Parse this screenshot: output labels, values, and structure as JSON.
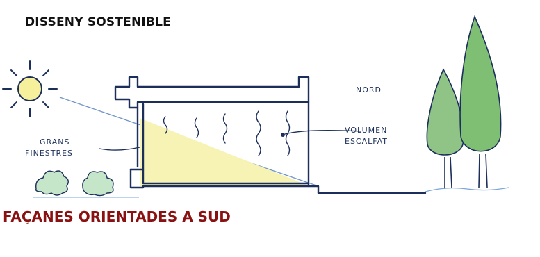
{
  "header": {
    "title": "DISSENY SOSTENIBLE"
  },
  "diagram": {
    "labels": {
      "north": "NORD",
      "volume_line1": "VOLUMEN",
      "volume_line2": "ESCALFAT",
      "windows_line1": "GRANS",
      "windows_line2": "FINESTRES"
    },
    "colors": {
      "sketch_ink": "#1c2f5a",
      "sunlight_fill": "#f6f3b4",
      "sun_fill": "#f6ef9c",
      "tree_green": "#7fbf74",
      "shrub_green": "#c6e6c9",
      "ground_blue": "#7aa7d8"
    }
  },
  "headline": {
    "text": "FAÇANES ORIENTADES A SUD",
    "color": "#8a1111"
  }
}
